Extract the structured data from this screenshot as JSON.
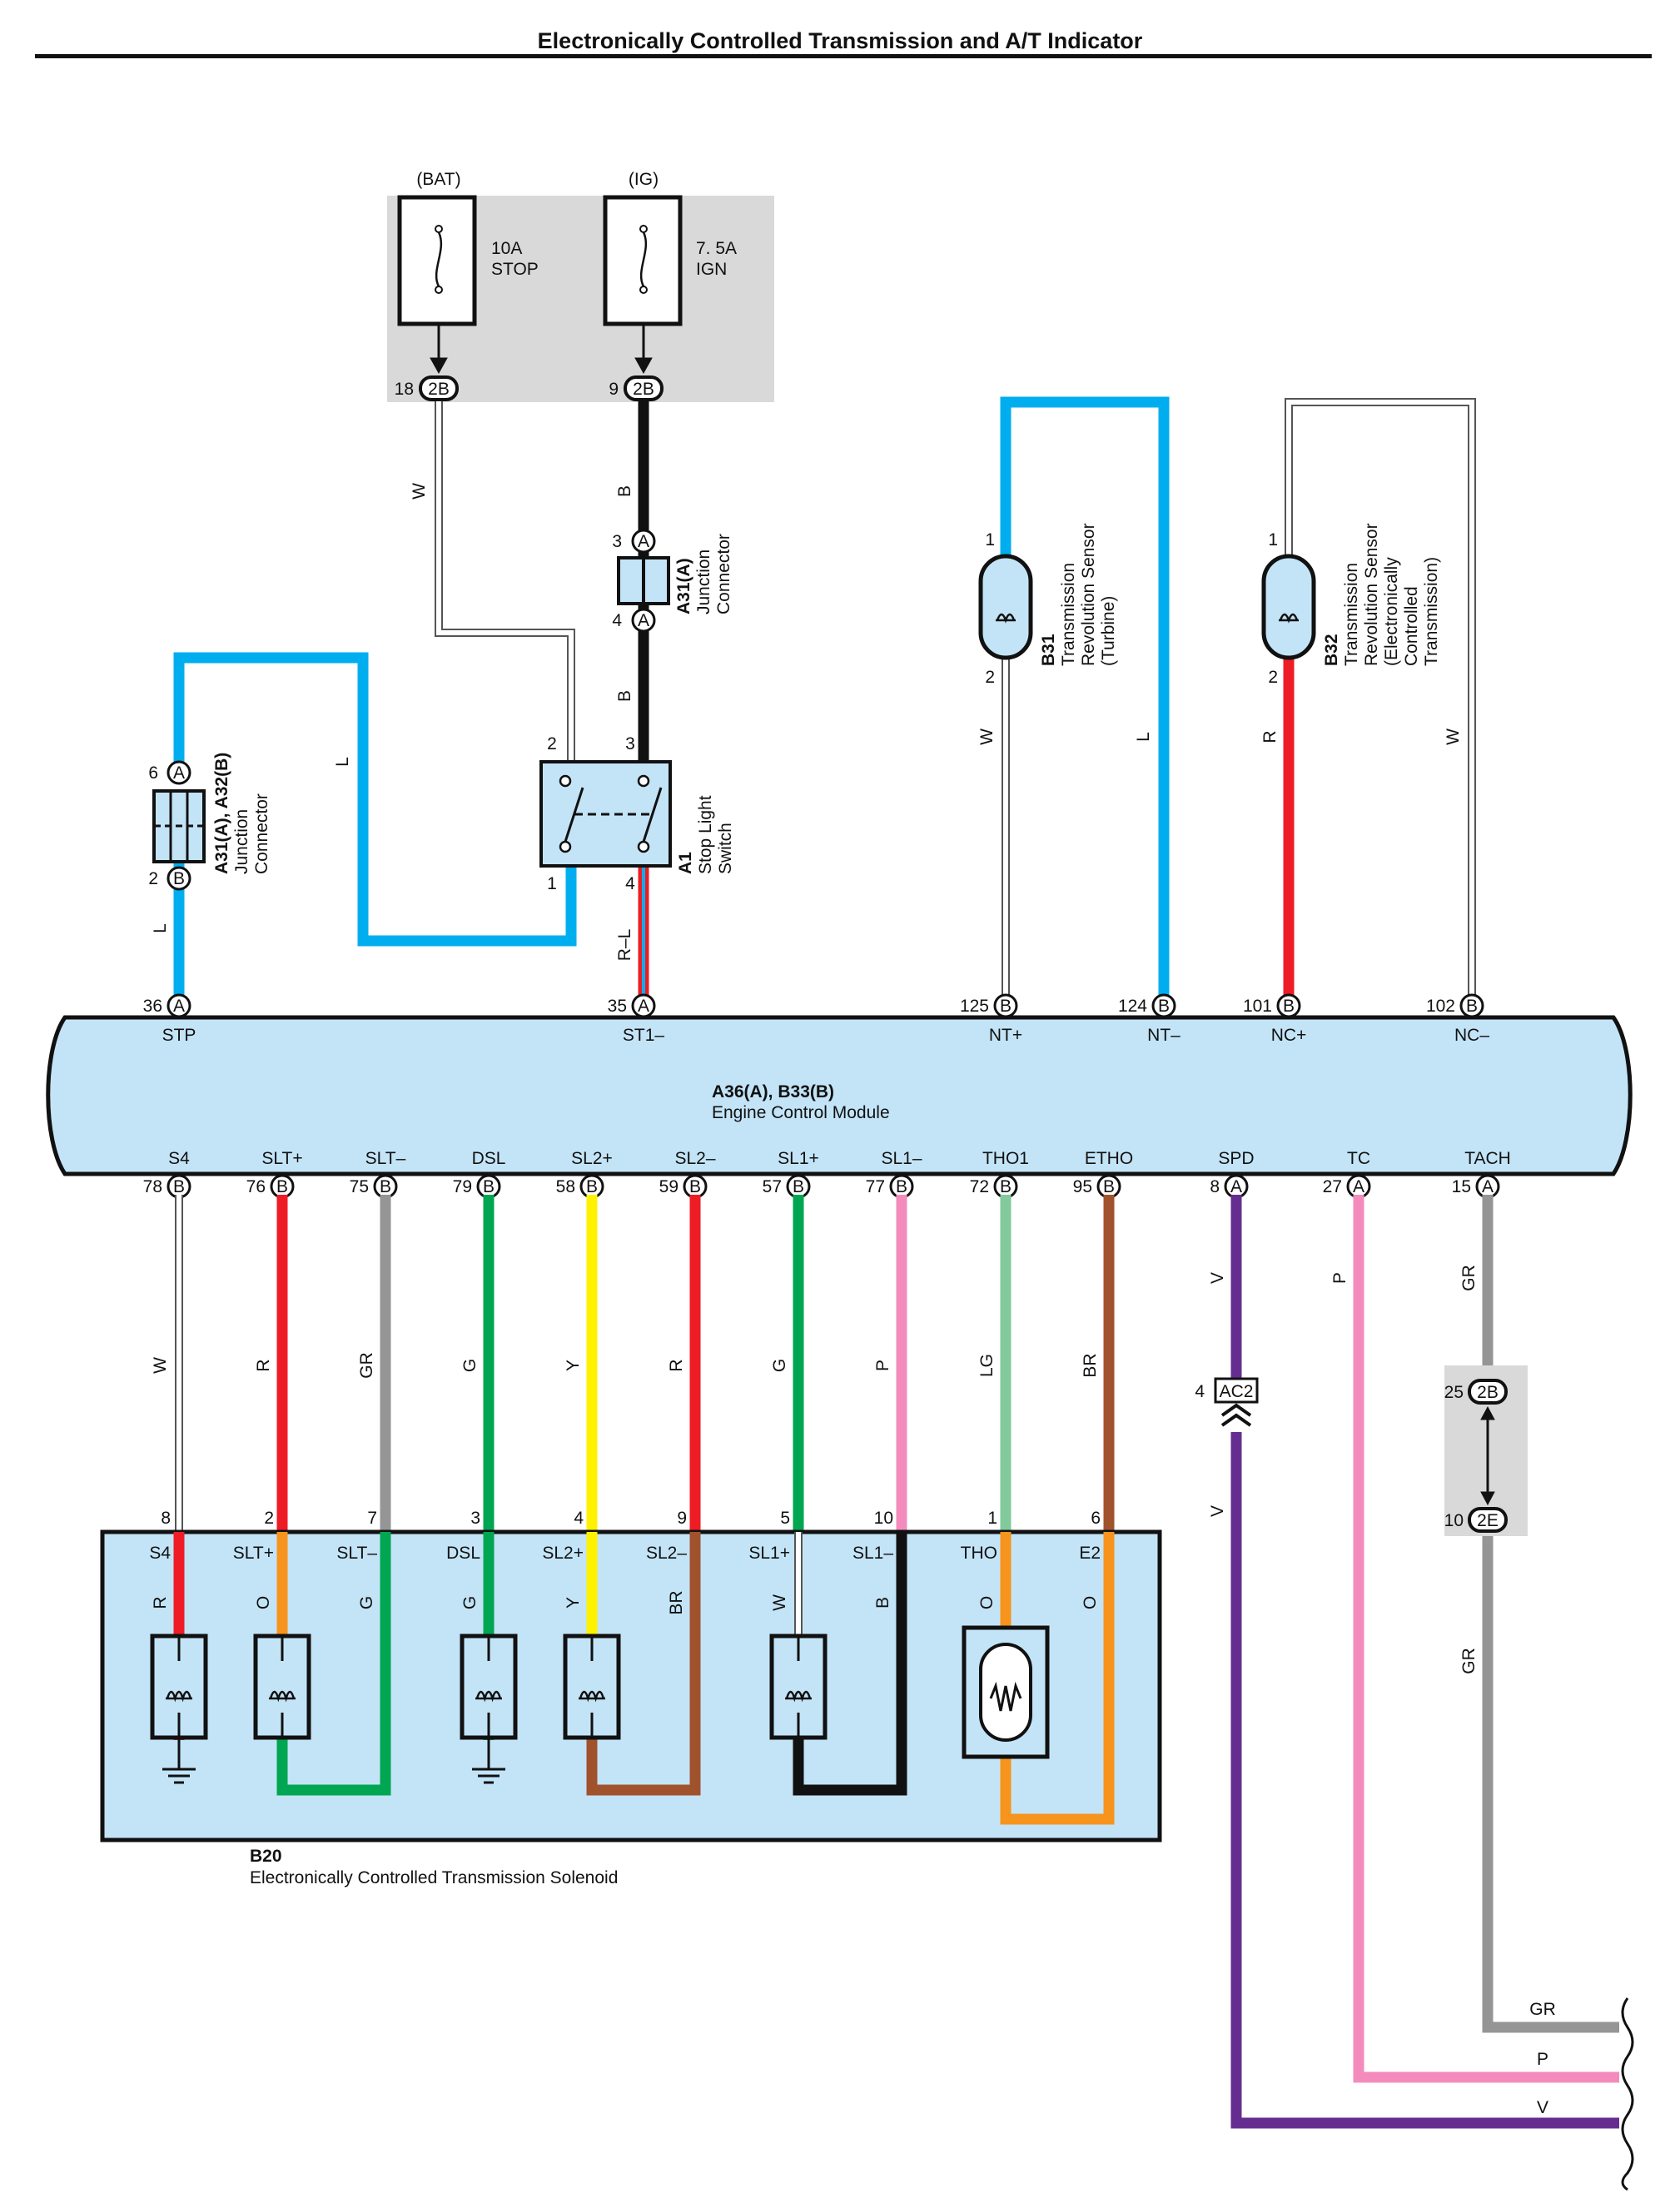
{
  "title": "Electronically Controlled Transmission and A/T Indicator",
  "fuse_block": {
    "bat_label": "(BAT)",
    "ig_label": "(IG)",
    "fuse_stop_amp": "10A",
    "fuse_stop_name": "STOP",
    "fuse_ign_amp": "7. 5A",
    "fuse_ign_name": "IGN",
    "stop_pin": "18",
    "ign_pin": "9",
    "connector": "2B"
  },
  "junction_a": {
    "code": "A31(A)",
    "name_1": "Junction",
    "name_2": "Connector",
    "pin_top": "3",
    "pin_bottom": "4",
    "letter": "A"
  },
  "junction_ab": {
    "code": "A31(A), A32(B)",
    "name_1": "Junction",
    "name_2": "Connector",
    "pin_top": "6",
    "pin_bottom": "2",
    "letter_top": "A",
    "letter_bottom": "B"
  },
  "stop_switch": {
    "code": "A1",
    "name_1": "Stop Light",
    "name_2": "Switch",
    "pin_tl": "2",
    "pin_tr": "3",
    "pin_bl": "1",
    "pin_br": "4"
  },
  "sensor_b31": {
    "code": "B31",
    "line1": "Transmission",
    "line2": "Revolution Sensor",
    "line3": "(Turbine)",
    "pin1": "1",
    "pin2": "2"
  },
  "sensor_b32": {
    "code": "B32",
    "line1": "Transmission",
    "line2": "Revolution Sensor",
    "line3": "(Electronically",
    "line4": "Controlled",
    "line5": "Transmission)",
    "pin1": "1",
    "pin2": "2"
  },
  "ecm": {
    "code": "A36(A), B33(B)",
    "name": "Engine Control Module",
    "top_pins": [
      {
        "pin": "36",
        "conn": "A",
        "label": "STP"
      },
      {
        "pin": "35",
        "conn": "A",
        "label": "ST1–"
      },
      {
        "pin": "125",
        "conn": "B",
        "label": "NT+"
      },
      {
        "pin": "124",
        "conn": "B",
        "label": "NT–"
      },
      {
        "pin": "101",
        "conn": "B",
        "label": "NC+"
      },
      {
        "pin": "102",
        "conn": "B",
        "label": "NC–"
      }
    ],
    "bottom_pins": [
      {
        "pin": "78",
        "conn": "B",
        "label": "S4",
        "wire": "W",
        "color": "#ffffff"
      },
      {
        "pin": "76",
        "conn": "B",
        "label": "SLT+",
        "wire": "R",
        "color": "#ee1c25"
      },
      {
        "pin": "75",
        "conn": "B",
        "label": "SLT–",
        "wire": "GR",
        "color": "#959595"
      },
      {
        "pin": "79",
        "conn": "B",
        "label": "DSL",
        "wire": "G",
        "color": "#00a651"
      },
      {
        "pin": "58",
        "conn": "B",
        "label": "SL2+",
        "wire": "Y",
        "color": "#fff200"
      },
      {
        "pin": "59",
        "conn": "B",
        "label": "SL2–",
        "wire": "R",
        "color": "#ee1c25"
      },
      {
        "pin": "57",
        "conn": "B",
        "label": "SL1+",
        "wire": "G",
        "color": "#00a651"
      },
      {
        "pin": "77",
        "conn": "B",
        "label": "SL1–",
        "wire": "P",
        "color": "#f38cbd"
      },
      {
        "pin": "72",
        "conn": "B",
        "label": "THO1",
        "wire": "LG",
        "color": "#82ca9c"
      },
      {
        "pin": "95",
        "conn": "B",
        "label": "ETHO",
        "wire": "BR",
        "color": "#a0522d"
      },
      {
        "pin": "8",
        "conn": "A",
        "label": "SPD",
        "wire": "V",
        "color": "#662d91"
      },
      {
        "pin": "27",
        "conn": "A",
        "label": "TC",
        "wire": "P",
        "color": "#f38cbd"
      },
      {
        "pin": "15",
        "conn": "A",
        "label": "TACH",
        "wire": "GR",
        "color": "#959595"
      }
    ]
  },
  "wire_labels": {
    "w_stop": "W",
    "b_ign": "B",
    "b_sw": "B",
    "l_jc": "L",
    "l_loop": "L",
    "rl": "R–L",
    "b31_w": "W",
    "b31_l": "L",
    "b32_r": "R",
    "b32_w": "W"
  },
  "solenoid": {
    "code": "B20",
    "name": "Electronically Controlled Transmission Solenoid",
    "pins": [
      "8",
      "2",
      "7",
      "3",
      "4",
      "9",
      "5",
      "10",
      "1",
      "6"
    ],
    "terms": [
      "S4",
      "SLT+",
      "SLT–",
      "DSL",
      "SL2+",
      "SL2–",
      "SL1+",
      "SL1–",
      "THO",
      "E2"
    ],
    "inner_wires": [
      "R",
      "O",
      "G",
      "G",
      "Y",
      "BR",
      "W",
      "B",
      "O",
      "O"
    ]
  },
  "ac2": {
    "pin": "4",
    "conn": "AC2",
    "wire_after": "V"
  },
  "jc_2b2e": {
    "pin_top": "25",
    "conn_top": "2B",
    "pin_bottom": "10",
    "conn_bottom": "2E",
    "wire_after": "GR"
  },
  "exits": {
    "gr": "GR",
    "p": "P",
    "v": "V"
  }
}
